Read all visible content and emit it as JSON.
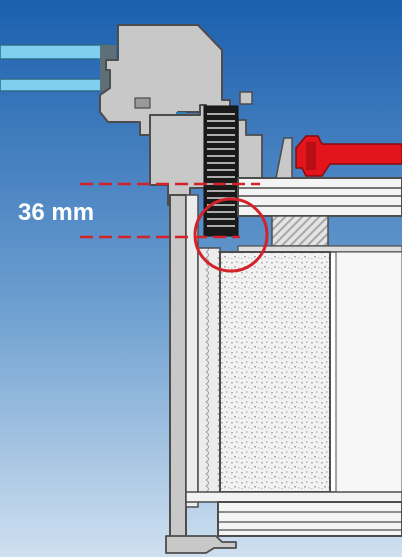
{
  "diagram": {
    "dimension_label": "36 mm",
    "colors": {
      "background_top": "#1b5fae",
      "background_bottom": "#cfe0f0",
      "profile_gray": "#c8c8c8",
      "profile_outline": "#4d4d4d",
      "dimension_line": "#d2232a",
      "highlight_circle": "#d2232a",
      "handle_red": "#e3141b",
      "gasket_black": "#1a1a1a",
      "insulation_fill": "#f2f2f2",
      "glass_blue": "#7fd0f0"
    },
    "icons": [
      "window-profile-section",
      "door-handle",
      "rubber-seal",
      "insulation-core"
    ]
  }
}
